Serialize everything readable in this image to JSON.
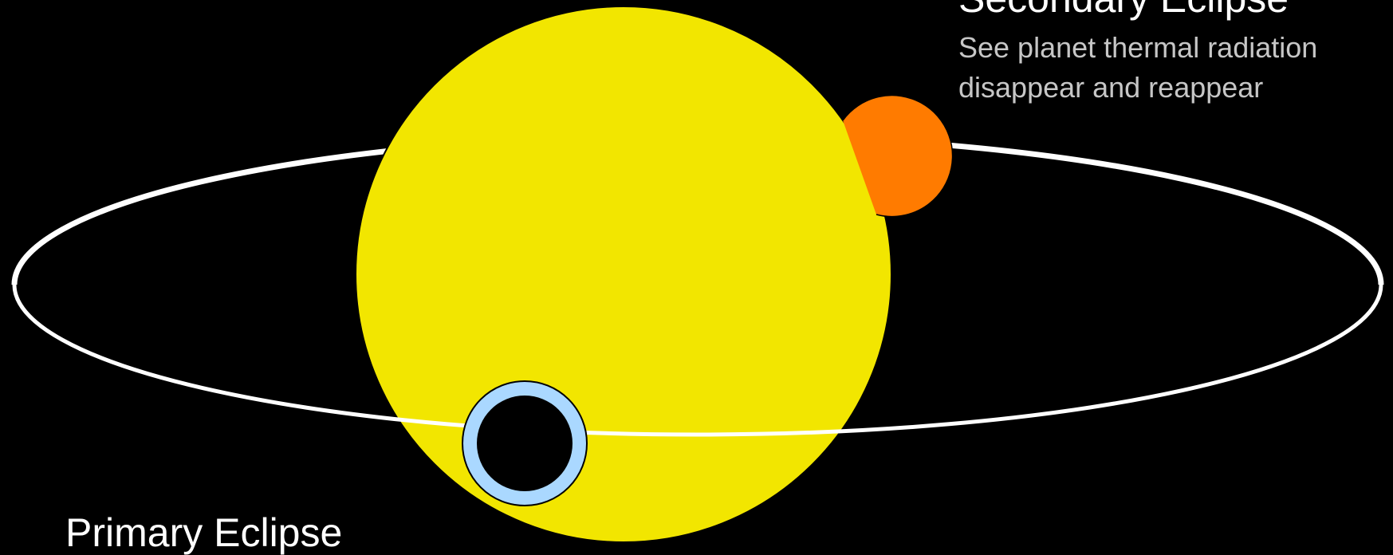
{
  "diagram": {
    "secondary": {
      "title": "Secondary Eclipse",
      "lines": [
        "See planet thermal radiation",
        "disappear and reappear"
      ]
    },
    "primary": {
      "title": "Primary Eclipse"
    },
    "colors": {
      "background": "#000000",
      "orbit": "#ffffff",
      "star": "#f2e600",
      "planet_secondary": "#ff7b00",
      "planet_primary_ring": "#aad8ff",
      "planet_primary_core": "#000000",
      "description_text": "#c6c6c6"
    }
  }
}
